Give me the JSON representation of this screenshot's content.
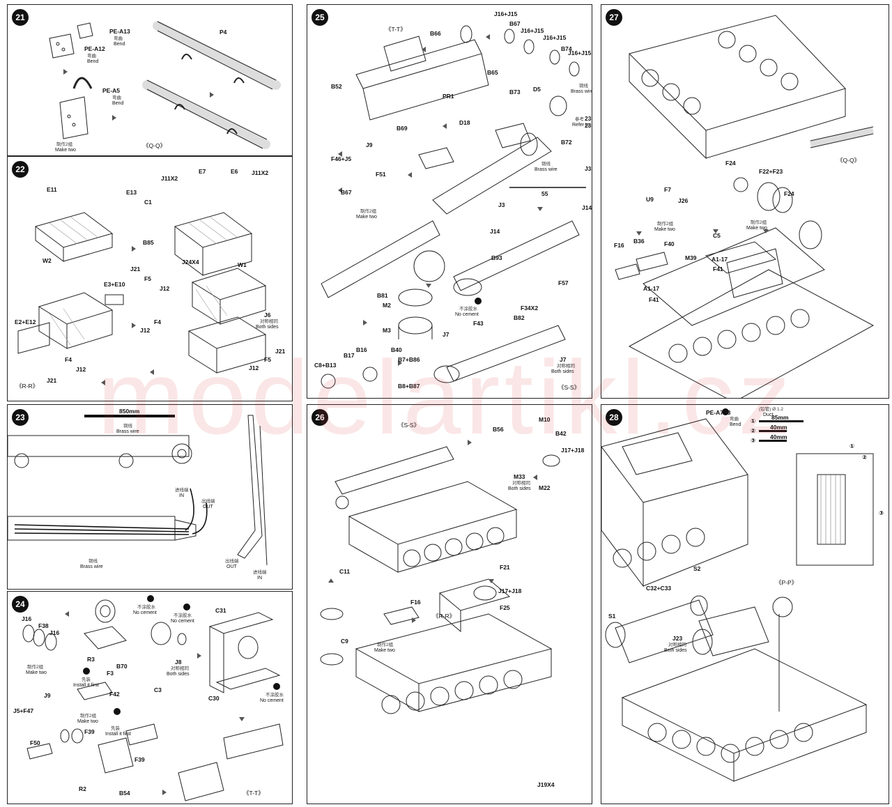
{
  "watermark": "modelartikl.cz",
  "steps": {
    "s21": {
      "number": "21",
      "labels": {
        "pe_a13": "PE-A13",
        "pe_a13_cn": "弯曲",
        "pe_a13_note": "Bend",
        "pe_a12": "PE-A12",
        "pe_a12_cn": "弯曲",
        "pe_a12_note": "Bend",
        "pe_a5": "PE-A5",
        "pe_a5_cn": "弯曲",
        "pe_a5_note": "Bend",
        "p4": "P4",
        "make_two_cn": "制作2组",
        "make_two": "Make two",
        "view": "《Q-Q》"
      }
    },
    "s22": {
      "number": "22",
      "labels": {
        "e11": "E11",
        "e13": "E13",
        "c1": "C1",
        "b85": "B85",
        "w2": "W2",
        "j11x2_a": "J11X2",
        "e7": "E7",
        "e6": "E6",
        "j11x2_b": "J11X2",
        "j21_a": "J21",
        "f5_a": "F5",
        "j12_a": "J12",
        "e3e10": "E3+E10",
        "j24x4": "J24X4",
        "w1": "W1",
        "j6": "J6",
        "both_cn": "对称相同",
        "both": "Both sides",
        "e2e12": "E2+E12",
        "j12_b": "J12",
        "f4_a": "F4",
        "f4_b": "F4",
        "j12_c": "J12",
        "j21_b": "J21",
        "j12_d": "J12",
        "f5_b": "F5",
        "j21_c": "J21",
        "view": "《R-R》"
      }
    },
    "s23": {
      "number": "23",
      "labels": {
        "length": "850mm",
        "wire_cn": "铜线",
        "wire": "Brass wire",
        "in_cn": "进线端",
        "in": "IN",
        "out_cn": "出线端",
        "out": "OUT",
        "wire_cn_b": "铜线",
        "wire_b": "Brass wire",
        "out_cn_b": "出线端",
        "out_b": "OUT",
        "in_cn_b": "进线端",
        "in_b": "IN"
      }
    },
    "s24": {
      "number": "24",
      "labels": {
        "j16_a": "J16",
        "f38": "F38",
        "j16_b": "J16",
        "make_two_cn": "制作2组",
        "make_two": "Make two",
        "no_cement_cn_a": "不涂胶水",
        "no_cement_a": "No cement",
        "r3": "R3",
        "b70": "B70",
        "no_cement_cn_b": "不涂胶水",
        "no_cement_b": "No cement",
        "j8": "J8",
        "both_cn": "对称相同",
        "both": "Both sides",
        "c31": "C31",
        "install_cn_a": "先装",
        "install_a": "Install it first",
        "f3": "F3",
        "f42": "F42",
        "j9": "J9",
        "j5f47": "J5+F47",
        "make_two_cn_b": "制作2组",
        "make_two_b": "Make two",
        "install_cn_b": "先装",
        "install_b": "Install it first",
        "c3": "C3",
        "f39_a": "F39",
        "f50": "F50",
        "f39_b": "F39",
        "r2": "R2",
        "b54": "B54",
        "c30": "C30",
        "no_cement_cn_c": "不涂胶水",
        "no_cement_c": "No cement",
        "view": "《T-T》"
      }
    },
    "s25": {
      "number": "25",
      "labels": {
        "view_tt": "《T-T》",
        "j16j15_a": "J16+J15",
        "b66": "B66",
        "b67_a": "B67",
        "j16j15_b": "J16+J15",
        "j16j15_c": "J16+J15",
        "b74": "B74",
        "j16j15_d": "J16+J15",
        "b65": "B65",
        "b52": "B52",
        "pr1": "PR1",
        "b73": "B73",
        "d5": "D5",
        "wire_cn": "铜线",
        "wire": "Brass wire",
        "ref_cn": "参考",
        "ref": "Refer to",
        "ref_num_a": "23",
        "ref_num_b": "23",
        "b69": "B69",
        "d18": "D18",
        "b72": "B72",
        "f46j5": "F46+J5",
        "j9": "J9",
        "wire_cn_b": "铜线",
        "wire_b": "Brass wire",
        "j3_a": "J3",
        "f51": "F51",
        "len": "55",
        "b67_b": "B67",
        "make_two_cn": "制作2组",
        "make_two": "Make two",
        "j3_b": "J3",
        "j14_a": "J14",
        "j14_b": "J14",
        "b93": "B93",
        "f57": "F57",
        "b81": "B81",
        "m2": "M2",
        "no_cement_cn": "不涂胶水",
        "no_cement": "No cement",
        "f34x2": "F34X2",
        "b82": "B82",
        "m3": "M3",
        "f43": "F43",
        "j7_a": "J7",
        "b40": "B40",
        "j7_b": "J7",
        "both_cn": "对称相同",
        "both": "Both sides",
        "b17": "B17",
        "b16": "B16",
        "b7b86": "B7+B86",
        "c8b13": "C8+B13",
        "b8b87": "B8+B87",
        "view_ss": "《S-S》"
      }
    },
    "s26": {
      "number": "26",
      "labels": {
        "view_ss": "《S-S》",
        "b56": "B56",
        "m10": "M10",
        "b42": "B42",
        "j17j18_a": "J17+J18",
        "m33": "M33",
        "both_cn": "对称相同",
        "both": "Both sides",
        "m22": "M22",
        "c11": "C11",
        "f21": "F21",
        "j17j18_b": "J17+J18",
        "f25": "F25",
        "f16": "F16",
        "c9": "C9",
        "view_rr": "《R-R》",
        "make_two_cn": "制作2组",
        "make_two": "Make two",
        "j19x4": "J19X4"
      }
    },
    "s27": {
      "number": "27",
      "labels": {
        "view_qq": "《Q-Q》",
        "f24_a": "F24",
        "f22f23": "F22+F23",
        "f24_b": "F24",
        "u9": "U9",
        "f7": "F7",
        "j26": "J26",
        "make_two_cn_a": "制作2组",
        "make_two_a": "Make two",
        "make_two_cn_b": "制作2组",
        "make_two_b": "Make two",
        "c5": "C5",
        "f16": "F16",
        "b36": "B36",
        "f40": "F40",
        "m39": "M39",
        "a117_a": "A1-17",
        "f41_a": "F41",
        "a117_b": "A1-17",
        "f41_b": "F41"
      }
    },
    "s28": {
      "number": "28",
      "labels": {
        "pe_a7x3": "PE-A7X3",
        "bend_cn": "弯曲",
        "bend": "Bend",
        "duct_cn": "(铅管) Ø 1.2",
        "duct": "Duct",
        "d1": "①",
        "len1": "85mm",
        "d2": "②",
        "len2": "40mm",
        "d3": "③",
        "len3": "40mm",
        "c1": "①",
        "c2": "②",
        "c3": "③",
        "s2": "S2",
        "c32c33": "C32+C33",
        "s1": "S1",
        "j23": "J23",
        "both_cn": "对称相同",
        "both": "Both sides",
        "view_pp": "《P-P》"
      }
    }
  }
}
